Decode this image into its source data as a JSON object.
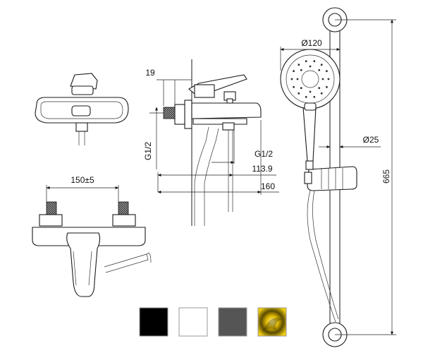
{
  "dimensions": {
    "offset_spacing": "150±5",
    "wall_depth": "19",
    "inlet_thread": "G1/2",
    "outlet_thread": "G1/2",
    "outlet_reach": "113.9",
    "total_depth": "160",
    "hand_shower_diameter": "Ø120",
    "rail_diameter": "Ø25",
    "rail_height": "665"
  },
  "finish_swatches": [
    {
      "name": "black",
      "color": "#000000"
    },
    {
      "name": "white",
      "color": "#ffffff"
    },
    {
      "name": "gunmetal",
      "color": "#555555"
    },
    {
      "name": "gold",
      "color": "#d9b300"
    }
  ]
}
